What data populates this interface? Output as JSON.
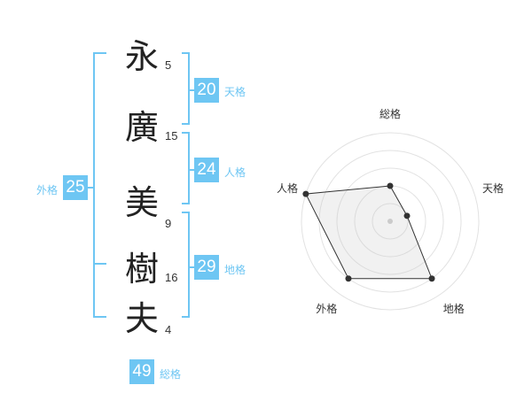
{
  "name": [
    {
      "char": "永",
      "strokes": "5"
    },
    {
      "char": "廣",
      "strokes": "15"
    },
    {
      "char": "美",
      "strokes": "9"
    },
    {
      "char": "樹",
      "strokes": "16"
    },
    {
      "char": "夫",
      "strokes": "4"
    }
  ],
  "kaku": {
    "tenkaku": {
      "label": "天格",
      "value": "20"
    },
    "jinkaku": {
      "label": "人格",
      "value": "24"
    },
    "chikaku": {
      "label": "地格",
      "value": "29"
    },
    "gaikaku": {
      "label": "外格",
      "value": "25"
    },
    "soukaku": {
      "label": "総格",
      "value": "49"
    }
  },
  "colors": {
    "accent": "#6ec6f3",
    "text": "#222222"
  },
  "chart_data": {
    "type": "radar",
    "axes": [
      "総格",
      "天格",
      "地格",
      "外格",
      "人格"
    ],
    "values": [
      2,
      1,
      4,
      4,
      5
    ],
    "rmax": 5,
    "rings": 5
  }
}
